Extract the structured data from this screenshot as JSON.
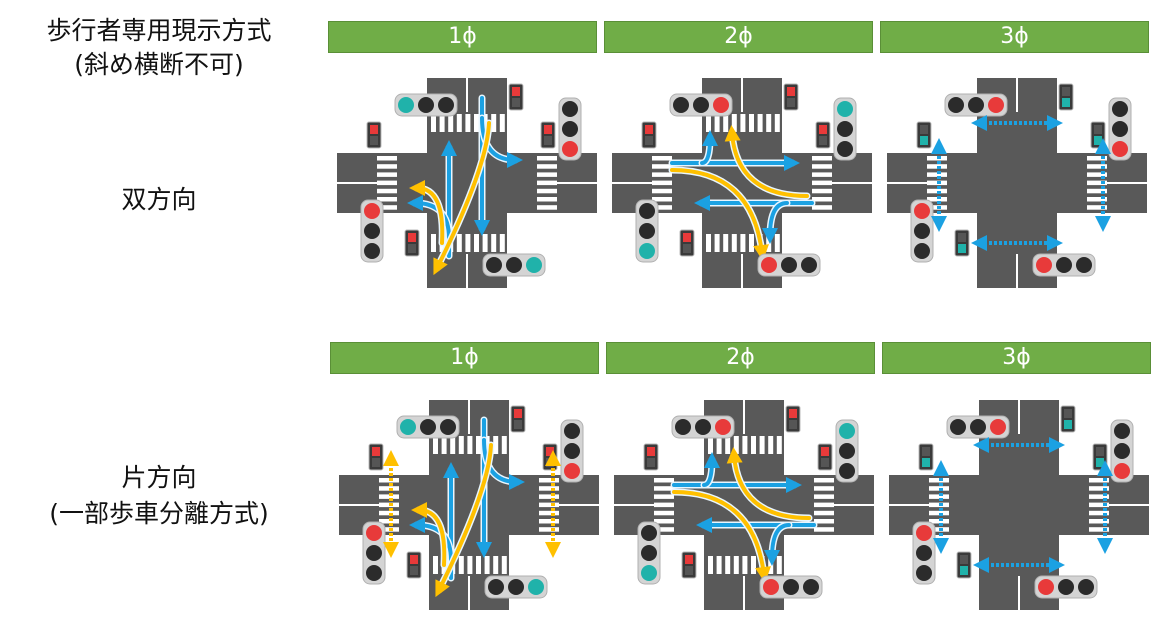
{
  "title": [
    "歩行者専用現示方式",
    "(斜め横断不可)"
  ],
  "rows": [
    {
      "label": [
        "双方向"
      ],
      "phases": [
        "1ϕ",
        "2ϕ",
        "3ϕ"
      ]
    },
    {
      "label": [
        "片方向",
        "(一部歩車分離方式)"
      ],
      "phases": [
        "1ϕ",
        "2ϕ",
        "3ϕ"
      ]
    }
  ],
  "colors": {
    "road": "#595959",
    "crosswalk": "#ffffff",
    "phase_bar": "#70ad47",
    "vehicle_arrow": "#1ba1e2",
    "turn_arrow": "#ffc000",
    "signal_green": "#20b2aa",
    "signal_red": "#e83a3a",
    "signal_off": "#2b2b2b"
  }
}
